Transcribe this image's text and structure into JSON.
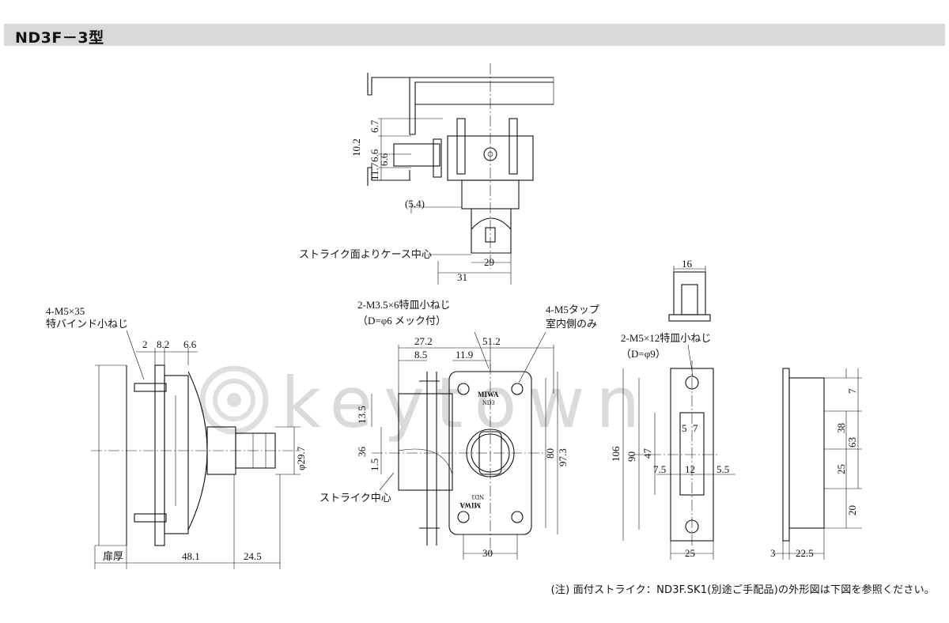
{
  "title": "ND3F－3型",
  "watermark": "keytown",
  "note": "(注) 面付ストライク：ND3F.SK1(別途ご手配品)の外形図は下図を参照ください。",
  "top_view": {
    "dims": [
      "6.7",
      "10.2",
      "6.6",
      "11.7",
      "6.6",
      "(5.4)",
      "29",
      "31"
    ],
    "label_strike_face": "ストライク面よりケース中心"
  },
  "side_view": {
    "screw_label": [
      "4-M5×35",
      "特バインド小ねじ"
    ],
    "dims": [
      "2",
      "8.2",
      "6.6",
      "φ29.7",
      "48.1",
      "24.5"
    ],
    "door_thickness": "扉厚"
  },
  "front_view": {
    "screw_label": [
      "2-M3.5×6特皿小ねじ",
      "（D=φ6 メック付）"
    ],
    "tap_label": [
      "4-M5タップ",
      "室内側のみ"
    ],
    "dims": [
      "27.2",
      "51.2",
      "8.5",
      "11.9",
      "13.5",
      "36",
      "1.5",
      "80",
      "97.3",
      "30"
    ],
    "strike_center": "ストライク中心",
    "brand": "MIWA",
    "model": "ND3"
  },
  "strike_view": {
    "dims": [
      "16",
      "106",
      "90",
      "47",
      "5",
      "7",
      "7.5",
      "12",
      "5.5",
      "25"
    ],
    "screw_label": [
      "2-M5×12特皿小ねじ",
      "（D=φ9）"
    ]
  },
  "strike_side_view": {
    "dims": [
      "7",
      "38",
      "63",
      "25",
      "20",
      "3",
      "22.5"
    ]
  }
}
